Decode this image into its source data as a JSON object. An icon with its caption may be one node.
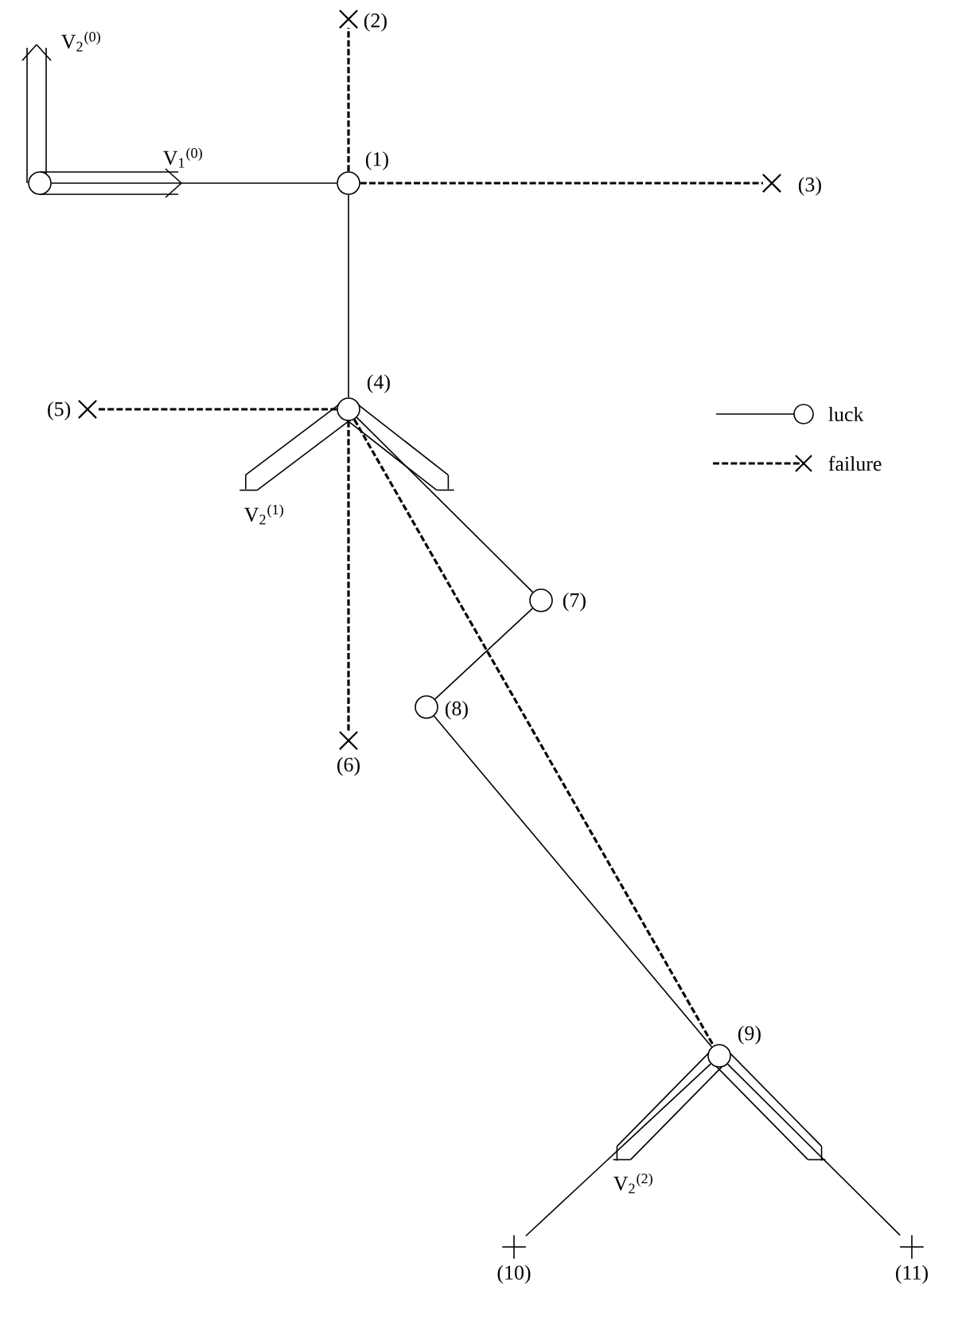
{
  "diagram": {
    "nodes": [
      {
        "text": [],
        "shape": "circle"
      },
      {
        "text": [],
        "shape": "circle",
        "beside": [
          "(1)"
        ]
      },
      {
        "text": [],
        "shape": "cross",
        "beside": [
          "(2)"
        ]
      },
      {
        "text": [],
        "shape": "cross",
        "beside": [
          "(3)"
        ]
      },
      {
        "text": [],
        "shape": "circle",
        "beside": [
          "(4)"
        ]
      },
      {
        "text": [],
        "shape": "cross",
        "beside": [
          "(5)"
        ]
      },
      {
        "text": [],
        "shape": "cross",
        "beside": [
          "(6)"
        ]
      },
      {
        "text": [],
        "shape": "circle",
        "beside": [
          "(7)"
        ]
      },
      {
        "text": [],
        "shape": "circle",
        "beside": [
          "(8)"
        ]
      },
      {
        "text": [],
        "shape": "circle",
        "beside": [
          "(9)"
        ]
      },
      {
        "text": [],
        "shape": "plus",
        "beside": [
          "(10)"
        ]
      },
      {
        "text": [],
        "shape": "plus",
        "beside": [
          "(11)"
        ]
      }
    ],
    "edges": [
      {
        "from": 0,
        "to": 1,
        "arrow": "none"
      },
      {
        "from": 1,
        "to": 2,
        "arrow": "none",
        "style": "dashed"
      },
      {
        "from": 1,
        "to": 3,
        "arrow": "none",
        "style": "dashed"
      },
      {
        "from": 1,
        "to": 4,
        "arrow": "none"
      },
      {
        "from": 4,
        "to": 5,
        "arrow": "none",
        "style": "dashed"
      },
      {
        "from": 4,
        "to": 6,
        "arrow": "none",
        "style": "dashed"
      },
      {
        "from": 4,
        "to": 7,
        "arrow": "none"
      },
      {
        "from": 7,
        "to": 8,
        "arrow": "none"
      },
      {
        "from": 8,
        "to": 9,
        "arrow": "none"
      },
      {
        "from": 4,
        "to": 9,
        "arrow": "none",
        "style": "dashed"
      },
      {
        "from": 9,
        "to": 10,
        "arrow": "none"
      },
      {
        "from": 9,
        "to": 11,
        "arrow": "none"
      }
    ],
    "labels": [
      "V$_{2}$$^{(0)}$",
      "V$_{1}$$^{(0)}$",
      "V$_{2}$$^{(1)}$",
      "V$_{2}$$^{(2)}$"
    ],
    "legend": [
      {
        "text": "luck"
      },
      {
        "text": "failure"
      }
    ]
  }
}
